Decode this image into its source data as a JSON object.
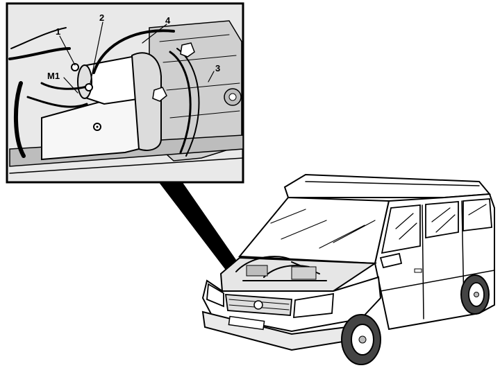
{
  "diagram": {
    "callouts": [
      {
        "id": "1",
        "label": "1"
      },
      {
        "id": "2",
        "label": "2"
      },
      {
        "id": "4",
        "label": "4"
      },
      {
        "id": "3",
        "label": "3"
      },
      {
        "id": "M1",
        "label": "M1"
      }
    ],
    "colors": {
      "ink": "#000000",
      "background": "#ffffff",
      "shade": "#d9d9d9"
    }
  }
}
